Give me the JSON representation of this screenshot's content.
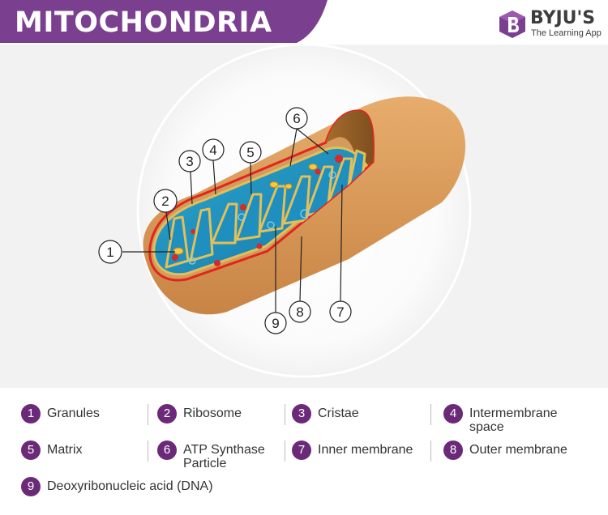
{
  "header": {
    "title": "MITOCHONDRIA"
  },
  "brand": {
    "name": "BYJU'S",
    "tagline": "The Learning App",
    "color": "#7b3f8f"
  },
  "colors": {
    "banner": "#7b3f8f",
    "badge": "#6a2a78",
    "outer_membrane": "#d99a5a",
    "matrix": "#1d92bd",
    "inner_membrane": "#e0c05a",
    "edge": "#e0261d"
  },
  "icons": {
    "logo": "byjus-b-logo-icon"
  },
  "callouts": [
    "1",
    "2",
    "3",
    "4",
    "5",
    "6",
    "7",
    "8",
    "9"
  ],
  "legend": [
    {
      "number": "1",
      "label": "Granules"
    },
    {
      "number": "2",
      "label": "Ribosome"
    },
    {
      "number": "3",
      "label": "Cristae"
    },
    {
      "number": "4",
      "label": "Intermembrane space"
    },
    {
      "number": "5",
      "label": "Matrix"
    },
    {
      "number": "6",
      "label": "ATP Synthase Particle"
    },
    {
      "number": "7",
      "label": "Inner membrane"
    },
    {
      "number": "8",
      "label": "Outer membrane"
    },
    {
      "number": "9",
      "label": "Deoxyribonucleic acid (DNA)"
    }
  ]
}
